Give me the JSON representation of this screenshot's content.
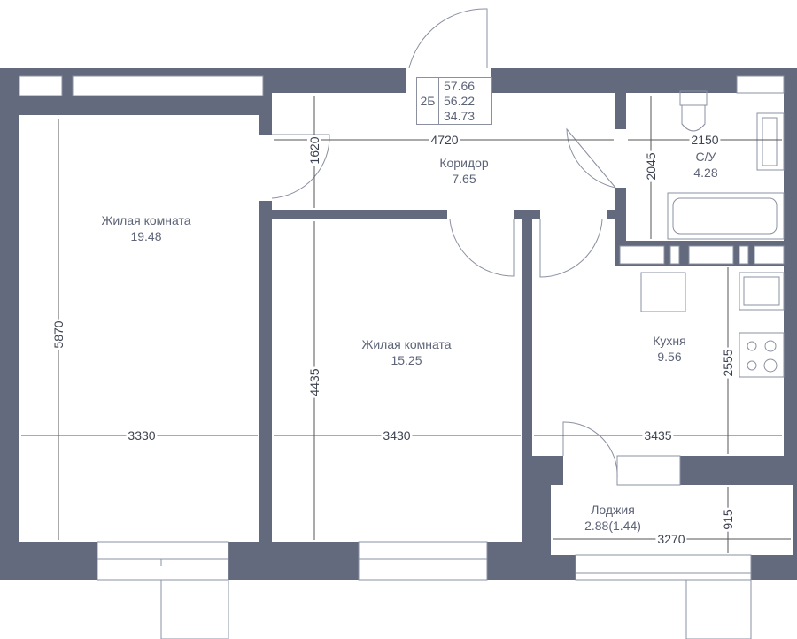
{
  "colors": {
    "wall": "#636a7d",
    "line": "#8a90a0",
    "text": "#5d6478"
  },
  "apartment_info": {
    "type": "2Б",
    "total_area": "57.66",
    "area_without_loggia": "56.22",
    "living_area": "34.73"
  },
  "rooms": [
    {
      "name": "Жилая комната",
      "area": "19.48"
    },
    {
      "name": "Коридор",
      "area": "7.65"
    },
    {
      "name": "С/У",
      "area": "4.28"
    },
    {
      "name": "Жилая комната",
      "area": "15.25"
    },
    {
      "name": "Кухня",
      "area": "9.56"
    },
    {
      "name": "Лоджия",
      "area": "2.88(1.44)"
    }
  ],
  "dimensions": {
    "room1_height": "5870",
    "room1_width": "3330",
    "corridor_height": "1620",
    "corridor_width": "4720",
    "bath_width": "2150",
    "bath_height": "2045",
    "room2_height": "4435",
    "room2_width": "3430",
    "kitchen_height": "2555",
    "kitchen_width": "3435",
    "loggia_height": "915",
    "loggia_width": "3270"
  }
}
